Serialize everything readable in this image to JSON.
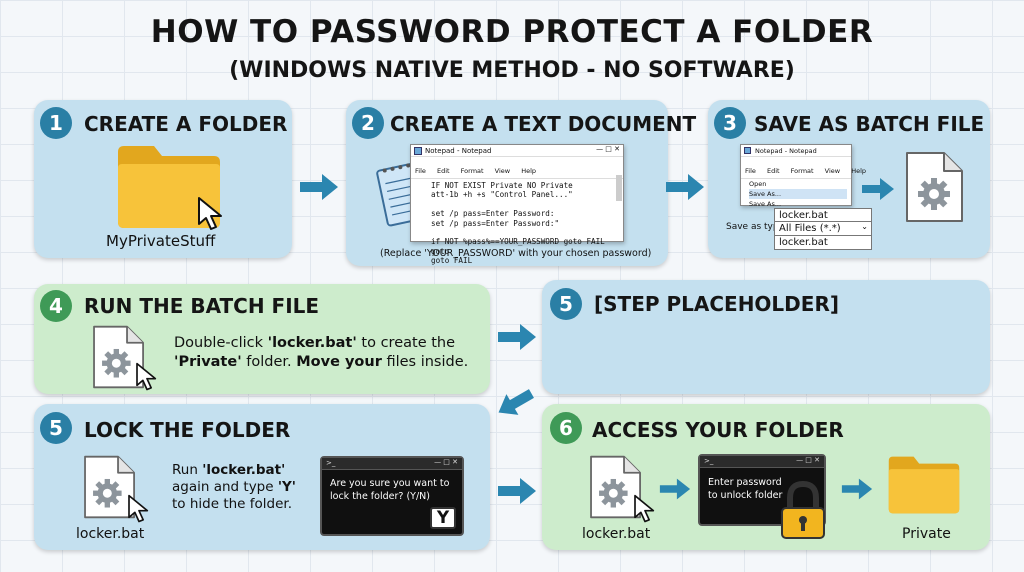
{
  "header": {
    "title": "HOW TO PASSWORD PROTECT A FOLDER",
    "subtitle": "(WINDOWS NATIVE METHOD - NO SOFTWARE)"
  },
  "colors": {
    "blue_panel": "#c4e0ef",
    "green_panel": "#cdeccc",
    "blue_badge": "#2a7fa5",
    "green_badge": "#3f9a57",
    "arrow": "#2b86b0",
    "folder": "#f7c33a"
  },
  "steps": {
    "s1": {
      "num": "1",
      "title": "CREATE A FOLDER",
      "folder_name": "MyPrivateStuff"
    },
    "s2": {
      "num": "2",
      "title": "CREATE A TEXT DOCUMENT",
      "window_title": "Notepad - Notepad",
      "menu": [
        "File",
        "Edit",
        "Format",
        "View",
        "Help"
      ],
      "code": [
        "IF NOT EXIST Private NO Private",
        "att-1b +h +s \"Control Panel...\"",
        "",
        "set /p pass=Enter Password:",
        "set /p pass=Enter Password:\"",
        "",
        "if NOT %pass%==YOUR_PASSWORD goto FAIL",
        "goto",
        "goto FAIL"
      ],
      "note": "(Replace 'YOUR_PASSWORD' with your chosen password)"
    },
    "s3": {
      "num": "3",
      "title": "SAVE AS BATCH FILE",
      "window_title": "Notepad - Notepad",
      "menu": [
        "File",
        "Edit",
        "Format",
        "View",
        "Help"
      ],
      "file_menu": [
        "Open",
        "Save As...",
        "Save As..."
      ],
      "filename": "locker.bat",
      "save_type_label": "Save as type:",
      "save_type_value": "All Files (*.*)",
      "filename_repeat": "locker.bat"
    },
    "s4": {
      "num": "4",
      "title": "RUN THE BATCH FILE",
      "line1_pre": "Double-click ",
      "line1_bold": "'locker.bat'",
      "line1_post": " to create the",
      "line2_bold": "'Private'",
      "line2_mid": " folder. ",
      "line2_bold2": "Move your",
      "line2_post": " files inside."
    },
    "placeholder": {
      "num": "5",
      "title": "[STEP PLACEHOLDER]"
    },
    "s5": {
      "num": "5",
      "title": "LOCK THE FOLDER",
      "line1_pre": "Run ",
      "line1_bold": "'locker.bat'",
      "line2": "again and type ",
      "line2_bold": "'Y'",
      "line3": "to hide the folder.",
      "file_label": "locker.bat",
      "prompt": "Are you sure you want to lock the folder? (Y/N)",
      "key": "Y"
    },
    "s6": {
      "num": "6",
      "title": "ACCESS YOUR FOLDER",
      "file_label": "locker.bat",
      "prompt": "Enter password to unlock folder",
      "folder_label": "Private"
    }
  }
}
